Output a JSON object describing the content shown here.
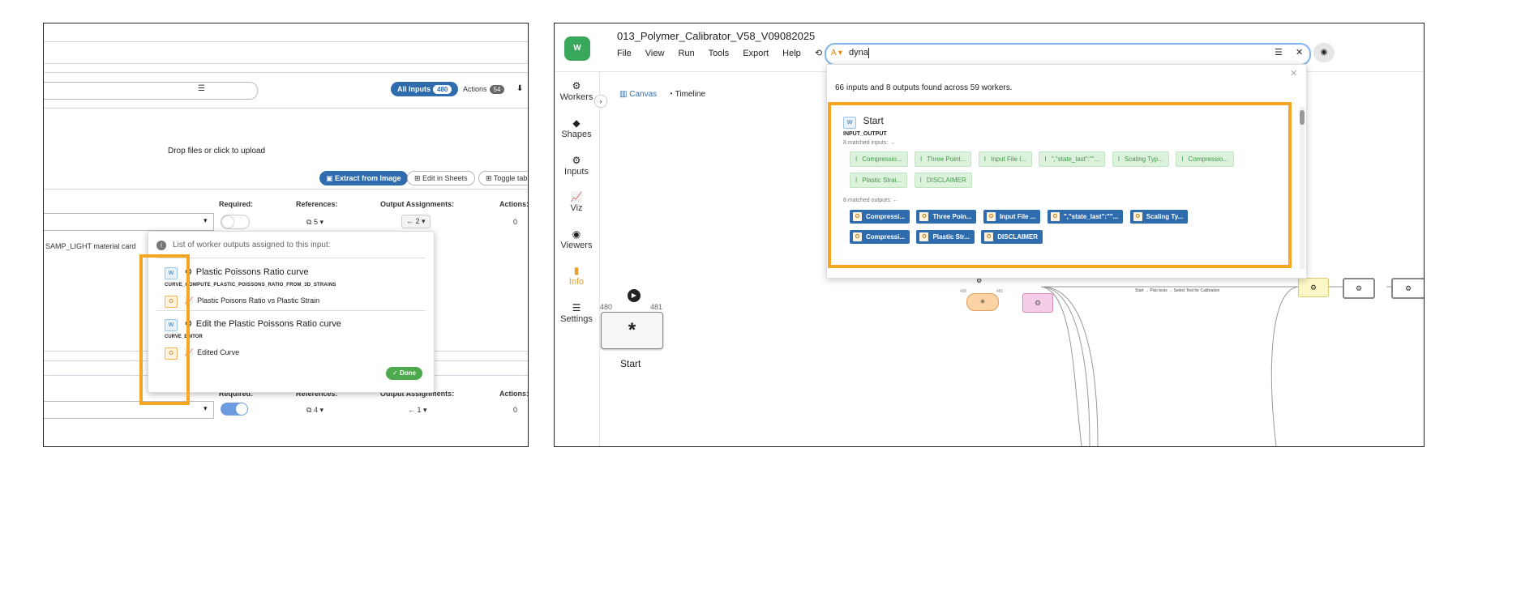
{
  "left": {
    "tabs": {
      "all_inputs": "All Inputs",
      "all_inputs_count": "480",
      "actions": "Actions",
      "actions_count": "54"
    },
    "upload_text": "Drop files or click to upload",
    "buttons": {
      "extract": "Extract from Image",
      "edit_sheets": "Edit in Sheets",
      "toggle": "Toggle tabl"
    },
    "table_headers": {
      "required": "Required:",
      "references": "References:",
      "output_assignments": "Output Assignments:",
      "actions": "Actions:"
    },
    "row1": {
      "references": "5",
      "outputs": "2",
      "actions": "0",
      "label": "SAMP_LIGHT material card"
    },
    "row2": {
      "references": "4",
      "outputs": "1",
      "actions": "0"
    },
    "popup": {
      "title": "List of worker outputs assigned to this input:",
      "items": [
        {
          "worker_tag": "W",
          "name": "Plastic Poissons Ratio curve",
          "id": "CURVE_COMPUTE_PLASTIC_POISSONS_RATIO_FROM_3D_STRAINS",
          "output_tag": "O",
          "output": "Plastic Poisons Ratio vs Plastic Strain"
        },
        {
          "worker_tag": "W",
          "name": "Edit the Plastic Poissons Ratio curve",
          "id": "CURVE_EDITOR",
          "output_tag": "O",
          "output": "Edited Curve"
        }
      ],
      "done": "Done"
    },
    "highlight_color": "#f5a623"
  },
  "right": {
    "title": "013_Polymer_Calibrator_V58_V09082025",
    "menu": [
      "File",
      "View",
      "Run",
      "Tools",
      "Export",
      "Help"
    ],
    "search": {
      "value": "dyna",
      "prefix": "A"
    },
    "results_summary": "66 inputs and 8 outputs found across 59 workers.",
    "sidebar": [
      "Workers",
      "Shapes",
      "Inputs",
      "Viz",
      "Viewers",
      "Info",
      "Settings"
    ],
    "view_tabs": {
      "canvas": "Canvas",
      "timeline": "Timeline"
    },
    "start_node": {
      "label": "Start",
      "symbol": "*",
      "left_num": "480",
      "right_num": "481"
    },
    "result": {
      "worker_tag": "W",
      "worker": "Start",
      "id": "INPUT_OUTPUT",
      "matched_inputs_label": "8 matched inputs:",
      "inputs": [
        "Compressio...",
        "Three Point...",
        "Input File I...",
        "\",\"state_last\":\"\"...",
        "Scaling Typ...",
        "Compressio...",
        "Plastic Strai...",
        "DISCLAIMER"
      ],
      "matched_outputs_label": "8 matched outputs:",
      "outputs": [
        "Compressi...",
        "Three Poin...",
        "Input File ...",
        "\",\"state_last\":\"\"...",
        "Scaling Ty...",
        "Compressi...",
        "Plastic Str...",
        "DISCLAIMER"
      ]
    },
    "edge_label": "Start → Pick tests → Select Test for Calibration",
    "mini_nums": {
      "a": "480",
      "b": "481"
    },
    "accent": "#2f6cae",
    "highlight_color": "#f5a623"
  }
}
